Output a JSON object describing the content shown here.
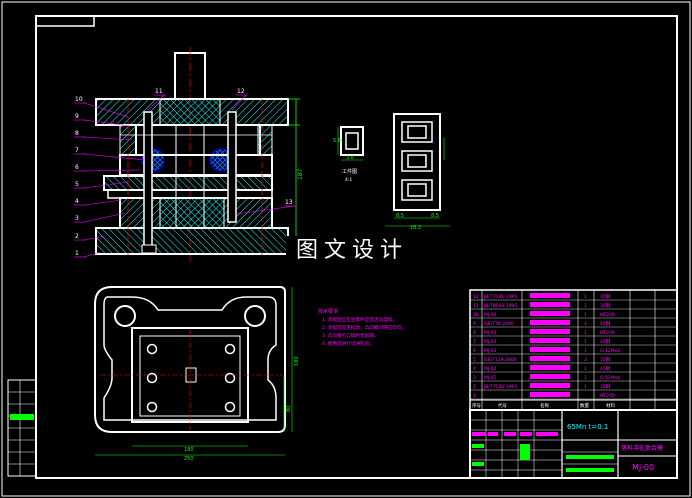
{
  "watermark": "图文设计",
  "part_labels": [
    "10",
    "9",
    "8",
    "7",
    "6",
    "5",
    "4",
    "3",
    "2",
    "1",
    "11",
    "12",
    "13"
  ],
  "dims": {
    "right_height": "187",
    "detail_a": "5.8",
    "detail_b": "3.8",
    "strip_a": "8.5",
    "strip_b": "18.2",
    "strip_c": "8.5",
    "plan_width_inner": "180",
    "plan_width_outer": "250",
    "plan_height": "180",
    "plan_height_b": "80"
  },
  "detail_title": "工件图",
  "detail_scale": "4:1",
  "notes_title": "技术要求",
  "notes": [
    "1. 装配后应检查零件是否活动自如。",
    "2. 装配后应无松动，凸凹模间隙应均匀。",
    "3. 凸凹模刃口锋利无崩缺。",
    "4. 使用前进行试冲检验。"
  ],
  "bom_rows": [
    {
      "code": "JB/T7181-1995",
      "qty": "1",
      "mat": "35钢"
    },
    {
      "code": "JB/T8068-1995",
      "qty": "1",
      "mat": "35钢"
    },
    {
      "code": "MJ-06",
      "qty": "1",
      "mat": "HT200"
    },
    {
      "code": "GB/T70-2000",
      "qty": "4",
      "mat": "45钢"
    },
    {
      "code": "MJ-05",
      "qty": "1",
      "mat": "HT200"
    },
    {
      "code": "MJ-04",
      "qty": "1",
      "mat": "45钢"
    },
    {
      "code": "MJ-03",
      "qty": "1",
      "mat": "Cr12MoV"
    },
    {
      "code": "GB/T119-2000",
      "qty": "2",
      "mat": "35钢"
    },
    {
      "code": "MJ-02",
      "qty": "1",
      "mat": "45钢"
    },
    {
      "code": "MJ-01",
      "qty": "1",
      "mat": "Cr12MoV"
    },
    {
      "code": "JB/T7185-1995",
      "qty": "1",
      "mat": "35钢"
    },
    {
      "code": "",
      "qty": "",
      "mat": "HT200"
    }
  ],
  "bom_header": [
    "序号",
    "代号",
    "名称",
    "数量",
    "材料"
  ],
  "title_material": "65Mn t=0.1",
  "title_name": "落料冲孔复合模",
  "title_code": "MJ-00",
  "colors": {
    "frame": "#ffffff",
    "outline": "#ffffff",
    "leader": "#ff00ff",
    "dim": "#00ff00",
    "hatch": "#00ffff",
    "hidden": "#ff0000",
    "spring": "#0000ff",
    "label": "#ffff00"
  }
}
